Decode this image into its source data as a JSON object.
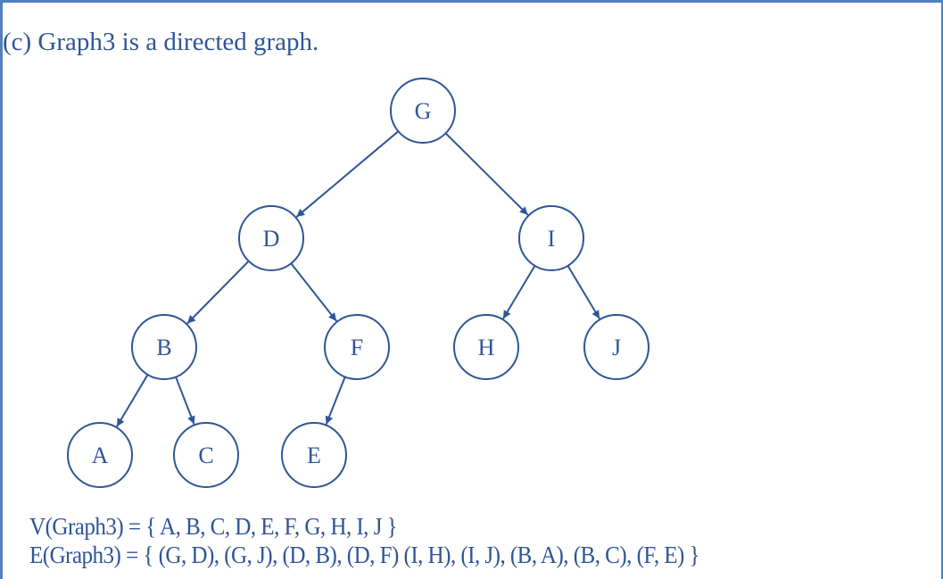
{
  "title": "(c)  Graph3 is a directed graph.",
  "graph": {
    "nodes": [
      "G",
      "D",
      "I",
      "B",
      "F",
      "H",
      "J",
      "A",
      "C",
      "E"
    ],
    "edges": [
      [
        "G",
        "D"
      ],
      [
        "G",
        "I"
      ],
      [
        "D",
        "B"
      ],
      [
        "D",
        "F"
      ],
      [
        "I",
        "H"
      ],
      [
        "I",
        "J"
      ],
      [
        "B",
        "A"
      ],
      [
        "B",
        "C"
      ],
      [
        "F",
        "E"
      ]
    ]
  },
  "vertex_set": "V(Graph3) = { A, B, C, D, E, F, G, H, I, J }",
  "edge_set": "E(Graph3) = { (G, D), (G, J), (D, B), (D, F) (I, H), (I, J), (B, A), (B, C), (F, E) }",
  "colors": {
    "stroke": "#2f5597",
    "border": "#4f81bd"
  }
}
